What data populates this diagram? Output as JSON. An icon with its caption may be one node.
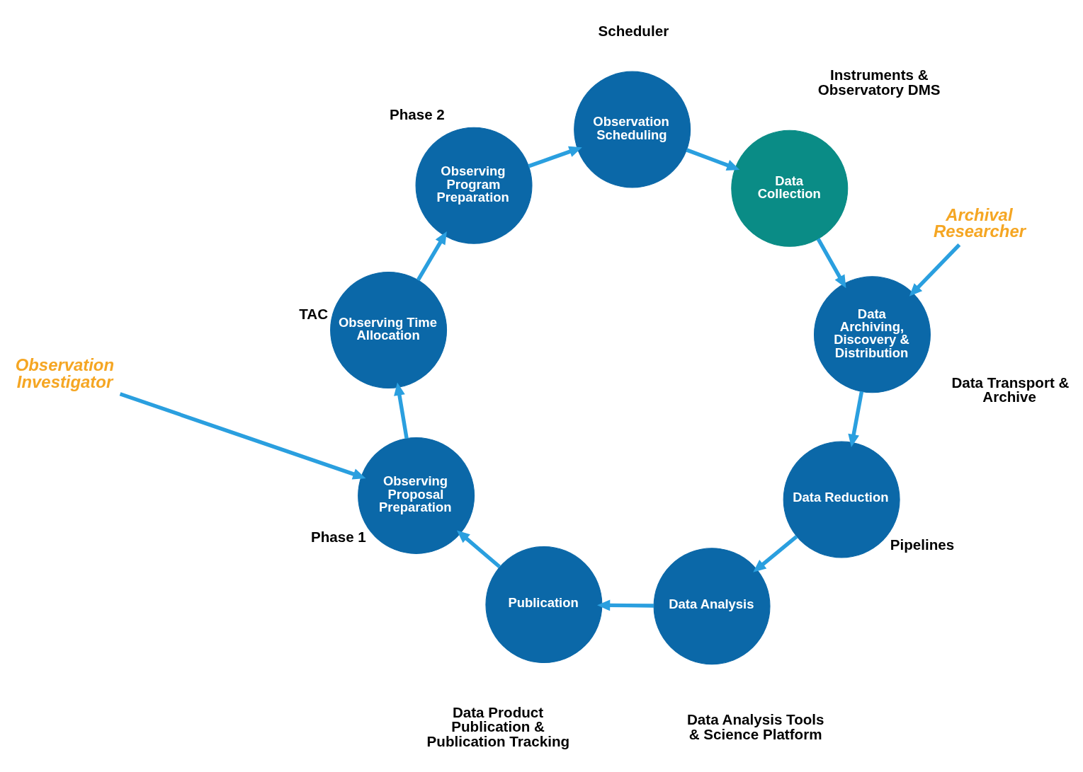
{
  "diagram": {
    "nodes": [
      {
        "text": [
          "Observation Investigator"
        ]
      },
      {
        "text": [
          "Observing Proposal Preparation"
        ],
        "beside": [
          "Phase 1"
        ]
      },
      {
        "text": [
          "Observing Time Allocation"
        ],
        "beside": [
          "TAC"
        ]
      },
      {
        "text": [
          "Observing Program Preparation"
        ],
        "beside": [
          "Phase 2"
        ]
      },
      {
        "text": [
          "Observation Scheduling"
        ],
        "beside": [
          "Scheduler"
        ]
      },
      {
        "text": [
          "Data Collection"
        ],
        "beside": [
          "Instruments & Observatory DMS"
        ]
      },
      {
        "text": [
          "Data Archiving, Discovery & Distribution"
        ],
        "beside": [
          "Data Transport & Archive"
        ]
      },
      {
        "text": [
          "Archival Researcher"
        ]
      },
      {
        "text": [
          "Data Reduction"
        ],
        "beside": [
          "Pipelines"
        ]
      },
      {
        "text": [
          "Data Analysis"
        ],
        "beside": [
          "Data Analysis Tools & Science Platform"
        ]
      },
      {
        "text": [
          "Publication"
        ],
        "beside": [
          "Data Product Publication & Publication Tracking"
        ]
      }
    ],
    "edges": [
      {
        "from": 0,
        "to": 1,
        "arrow": "to"
      },
      {
        "from": 1,
        "to": 2,
        "arrow": "to"
      },
      {
        "from": 2,
        "to": 3,
        "arrow": "to"
      },
      {
        "from": 3,
        "to": 4,
        "arrow": "to"
      },
      {
        "from": 4,
        "to": 5,
        "arrow": "to"
      },
      {
        "from": 5,
        "to": 6,
        "arrow": "to"
      },
      {
        "from": 7,
        "to": 6,
        "arrow": "to"
      },
      {
        "from": 6,
        "to": 8,
        "arrow": "to"
      },
      {
        "from": 8,
        "to": 9,
        "arrow": "to"
      },
      {
        "from": 9,
        "to": 10,
        "arrow": "to"
      },
      {
        "from": 10,
        "to": 1,
        "arrow": "to"
      }
    ]
  }
}
